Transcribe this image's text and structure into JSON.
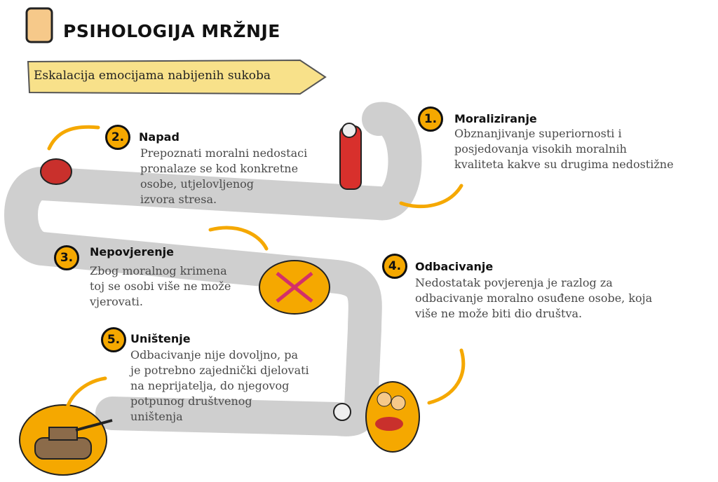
{
  "title": "PSIHOLOGIJA MRŽNJE",
  "subtitle": "Eskalacija emocijama nabijenih sukoba",
  "steps": [
    {
      "number": "1.",
      "heading": "Moraliziranje",
      "text": "Obznanjivanje superiornosti i\nposjedovanja visokih moralnih\nkvaliteta kakve su drugima nedostižne"
    },
    {
      "number": "2.",
      "heading": "Napad",
      "text": "Prepoznati moralni nedostaci\npronalaze se kod konkretne\nosobe, utjelovljenog\nizvora stresa."
    },
    {
      "number": "3.",
      "heading": "Nepovjerenje",
      "text": "Zbog moralnog krimena\ntoj se osobi više ne može\nvjerovati."
    },
    {
      "number": "4.",
      "heading": "Odbacivanje",
      "text": "Nedostatak povjerenja je razlog za\nodbacivanje moralno osuđene osobe,  koja\nviše ne može biti dio društva."
    },
    {
      "number": "5.",
      "heading": "Uništenje",
      "text": "Odbacivanje nije dovoljno, pa\nje potrebno zajednički djelovati\nna neprijatelja, do njegovog\npotpunog društvenog\nuništenja"
    }
  ],
  "colors": {
    "accent": "#f5a800",
    "banner": "#f8e18a",
    "path": "#cfcfcf"
  }
}
